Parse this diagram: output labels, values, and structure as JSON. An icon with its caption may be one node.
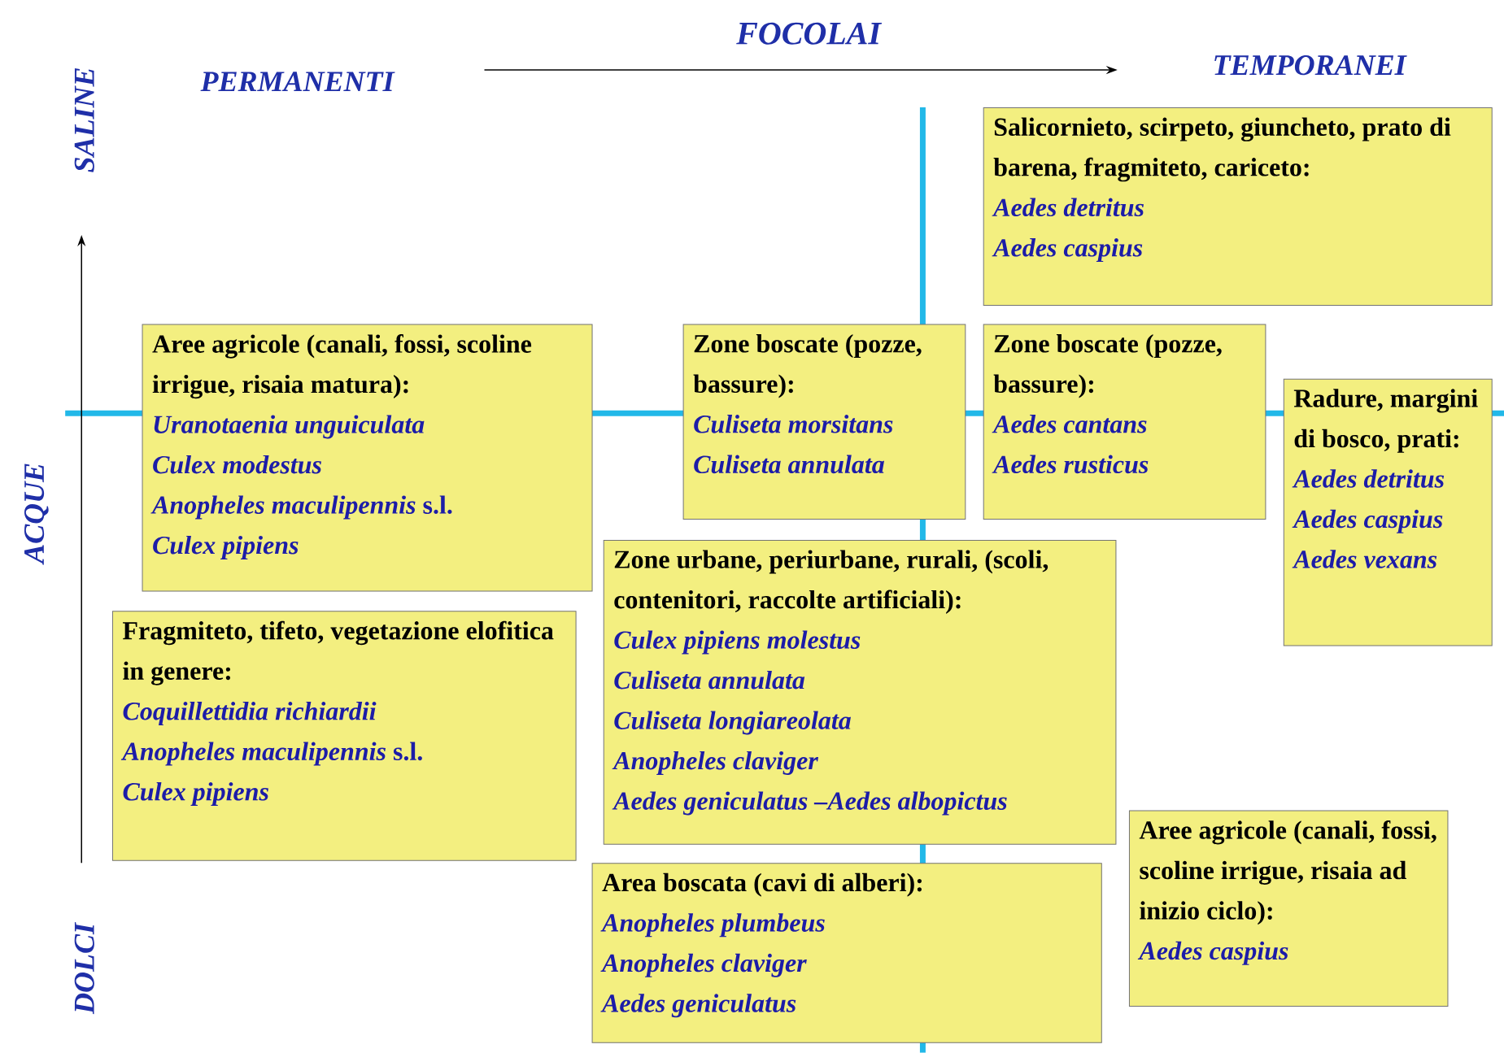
{
  "diagram": {
    "nodes": [
      {
        "text": [
          "Salicornieto, scirpeto,  giuncheto, prato di barena, fragmiteto, cariceto:",
          "Aedes detritus",
          "Aedes caspius"
        ]
      },
      {
        "text": [
          "Aree agricole (canali, fossi, scoline irrigue, risaia matura):",
          "Uranotaenia unguiculata",
          "Culex modestus",
          "*Anopheles maculipennis* s.l.",
          "Culex pipiens"
        ]
      },
      {
        "text": [
          "Zone boscate (pozze, bassure):",
          "Culiseta morsitans",
          "Culiseta annulata"
        ]
      },
      {
        "text": [
          "Zone boscate (pozze, bassure):",
          "Aedes cantans",
          "Aedes rusticus"
        ]
      },
      {
        "text": [
          "Radure, margini di bosco, prati:",
          "Aedes detritus",
          "Aedes caspius",
          "Aedes vexans"
        ]
      },
      {
        "text": [
          "Fragmiteto, tifeto, vegetazione elofitica in genere:",
          "Coquillettidia richiardii",
          "*Anopheles maculipennis* s.l.",
          "Culex pipiens"
        ]
      },
      {
        "text": [
          "Zone urbane, periurbane, rurali, (scoli, contenitori, raccolte artificiali):",
          "Culex pipiens molestus",
          "Culiseta annulata",
          "Culiseta longiareolata",
          "Anopheles claviger",
          "Aedes geniculatus –Aedes albopictus"
        ]
      },
      {
        "text": [
          "Aree agricole (canali, fossi, scoline irrigue, risaia ad inizio ciclo):",
          "Aedes caspius"
        ]
      },
      {
        "text": [
          "Area boscata (cavi di alberi):",
          "Anopheles plumbeus",
          "Anopheles claviger",
          "Aedes geniculatus"
        ]
      }
    ],
    "labels": [
      "FOCOLAI",
      "PERMANENTI",
      "TEMPORANEI",
      "SALINE",
      "ACQUE",
      "DOLCI"
    ]
  }
}
